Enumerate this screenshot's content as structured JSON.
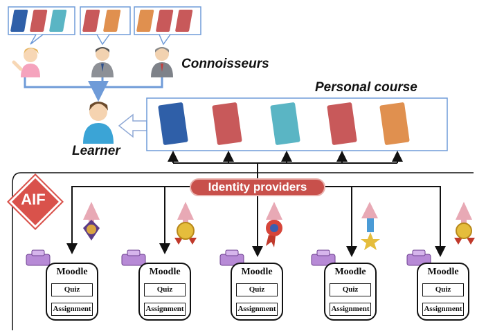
{
  "labels": {
    "connoisseurs": "Connoisseurs",
    "personal_course": "Personal course",
    "learner": "Learner",
    "identity_providers": "Identity providers",
    "aif": "AIF"
  },
  "moodles": [
    {
      "title": "Moodle",
      "quiz": "Quiz",
      "assignment": "Assignment"
    },
    {
      "title": "Moodle",
      "quiz": "Quiz",
      "assignment": "Assignment"
    },
    {
      "title": "Moodle",
      "quiz": "Quiz",
      "assignment": "Assignment"
    },
    {
      "title": "Moodle",
      "quiz": "Quiz",
      "assignment": "Assignment"
    },
    {
      "title": "Moodle",
      "quiz": "Quiz",
      "assignment": "Assignment"
    }
  ],
  "book_colors": {
    "blue": "#2f5fa8",
    "red": "#c8595a",
    "teal": "#5ab5c4",
    "orange": "#e0904f"
  },
  "connoisseur_sets": [
    [
      "blue",
      "red",
      "teal"
    ],
    [
      "red",
      "orange"
    ],
    [
      "orange",
      "red",
      "red"
    ]
  ],
  "personal_course_books": [
    "blue",
    "red",
    "teal",
    "red",
    "orange"
  ],
  "badges": [
    "seal-badge-icon",
    "gold-medal-icon",
    "rosette-badge-icon",
    "star-ribbon-icon",
    "gold-medal-icon"
  ],
  "colors": {
    "accent_blue": "#6f9bd8",
    "pill_red": "#c8504b",
    "aif_red": "#d9524b"
  }
}
